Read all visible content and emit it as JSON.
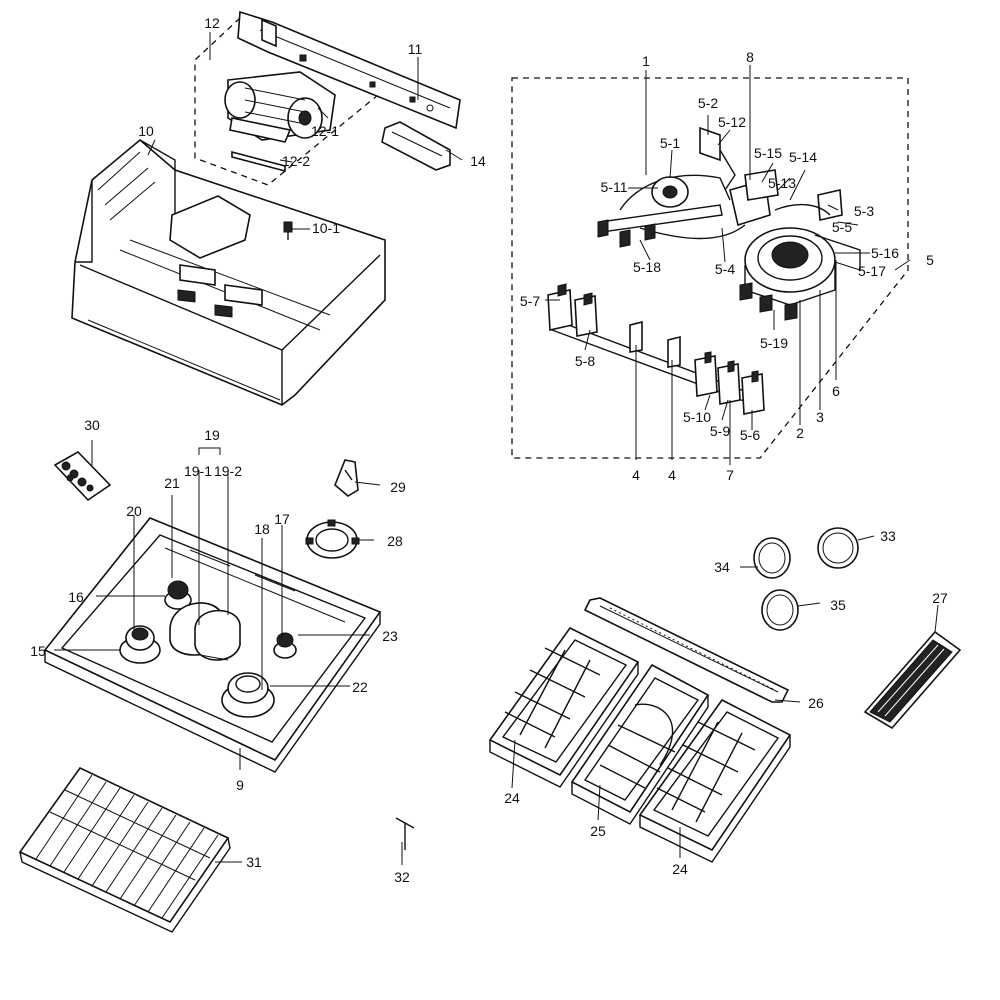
{
  "parts": [
    "1",
    "2",
    "3",
    "4",
    "4",
    "5",
    "5-1",
    "5-2",
    "5-3",
    "5-4",
    "5-5",
    "5-6",
    "5-7",
    "5-8",
    "5-9",
    "5-10",
    "5-11",
    "5-12",
    "5-13",
    "5-14",
    "5-15",
    "5-16",
    "5-17",
    "5-18",
    "5-19",
    "6",
    "7",
    "8",
    "9",
    "10",
    "10-1",
    "11",
    "12",
    "12-1",
    "12-2",
    "14",
    "15",
    "16",
    "17",
    "18",
    "19",
    "19-1",
    "19-2",
    "20",
    "21",
    "22",
    "23",
    "24",
    "24",
    "25",
    "26",
    "27",
    "28",
    "29",
    "30",
    "31",
    "32",
    "33",
    "34",
    "35"
  ]
}
